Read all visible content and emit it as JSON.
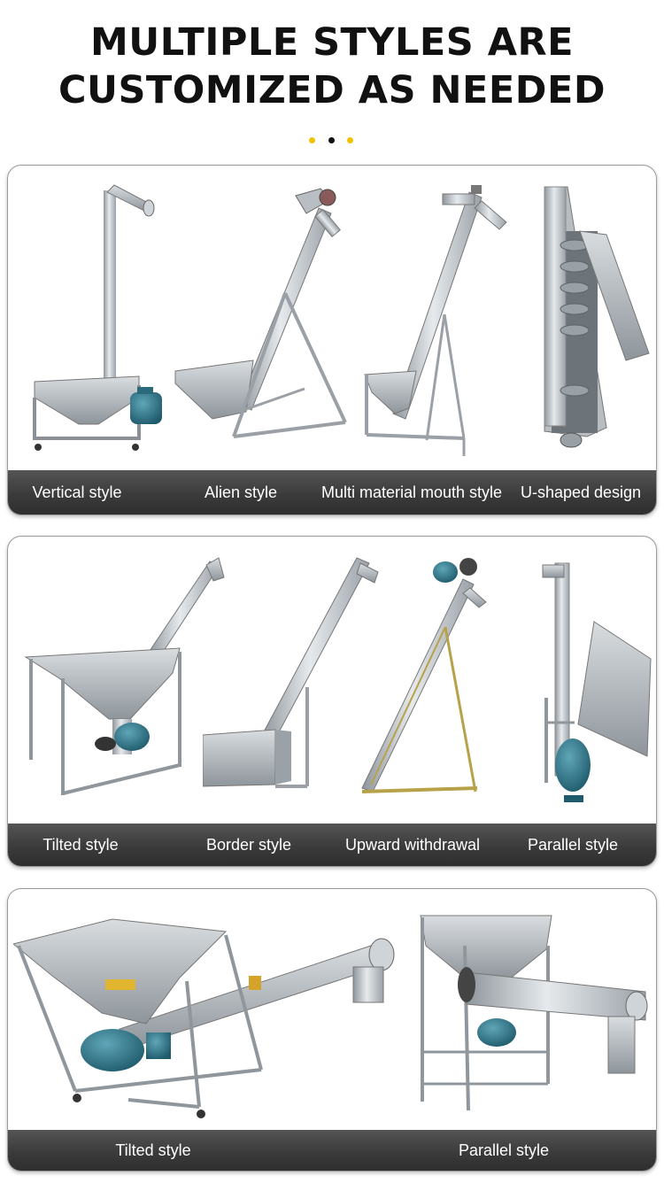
{
  "header": {
    "title_line1": "MULTIPLE STYLES ARE",
    "title_line2": "CUSTOMIZED AS NEEDED",
    "dots": [
      {
        "color": "#f2c200"
      },
      {
        "color": "#111111"
      },
      {
        "color": "#f2c200"
      }
    ]
  },
  "panels": [
    {
      "items": [
        {
          "caption": "Vertical style"
        },
        {
          "caption": "Alien style"
        },
        {
          "caption": "Multi material mouth style"
        },
        {
          "caption": "U-shaped design"
        }
      ]
    },
    {
      "items": [
        {
          "caption": "Tilted style"
        },
        {
          "caption": "Border style"
        },
        {
          "caption": "Upward withdrawal"
        },
        {
          "caption": "Parallel style"
        }
      ]
    },
    {
      "items": [
        {
          "caption": "Tilted style"
        },
        {
          "caption": "Parallel style"
        }
      ]
    }
  ]
}
